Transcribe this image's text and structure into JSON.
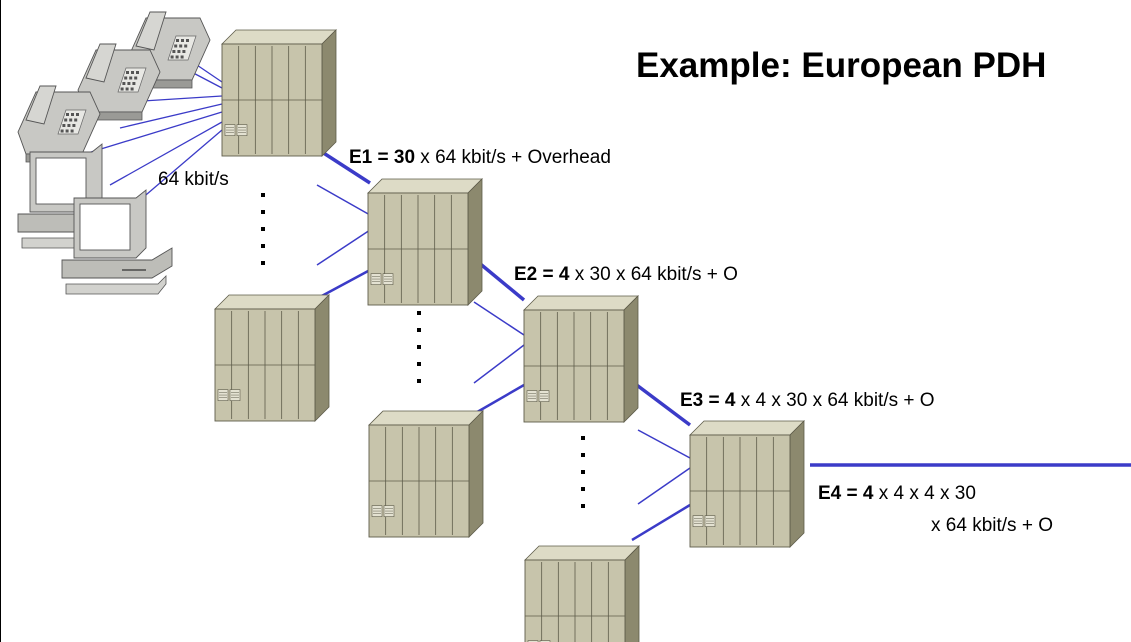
{
  "title": "Example:  European PDH",
  "labels": {
    "access_rate": "64 kbit/s",
    "e1": {
      "term": "E1 = 30",
      "rest": " x 64 kbit/s + Overhead"
    },
    "e2": {
      "term": "E2 = 4",
      "rest": " x 30 x 64 kbit/s + O"
    },
    "e3": {
      "term": "E3 = 4",
      "rest": " x 4 x 30 x 64 kbit/s + O"
    },
    "e4": {
      "term": "E4 = 4",
      "rest": " x 4 x 4 x 30",
      "rest2": "x 64 kbit/s + O"
    }
  },
  "colors": {
    "link": "#3b3bc8",
    "cabinet_front": "#c7c4ab",
    "cabinet_top": "#dddbc6",
    "cabinet_side": "#8c896e",
    "cabinet_line": "#5e5c4a",
    "phone": "#c8c8c4",
    "computer": "#c8c8c4"
  }
}
